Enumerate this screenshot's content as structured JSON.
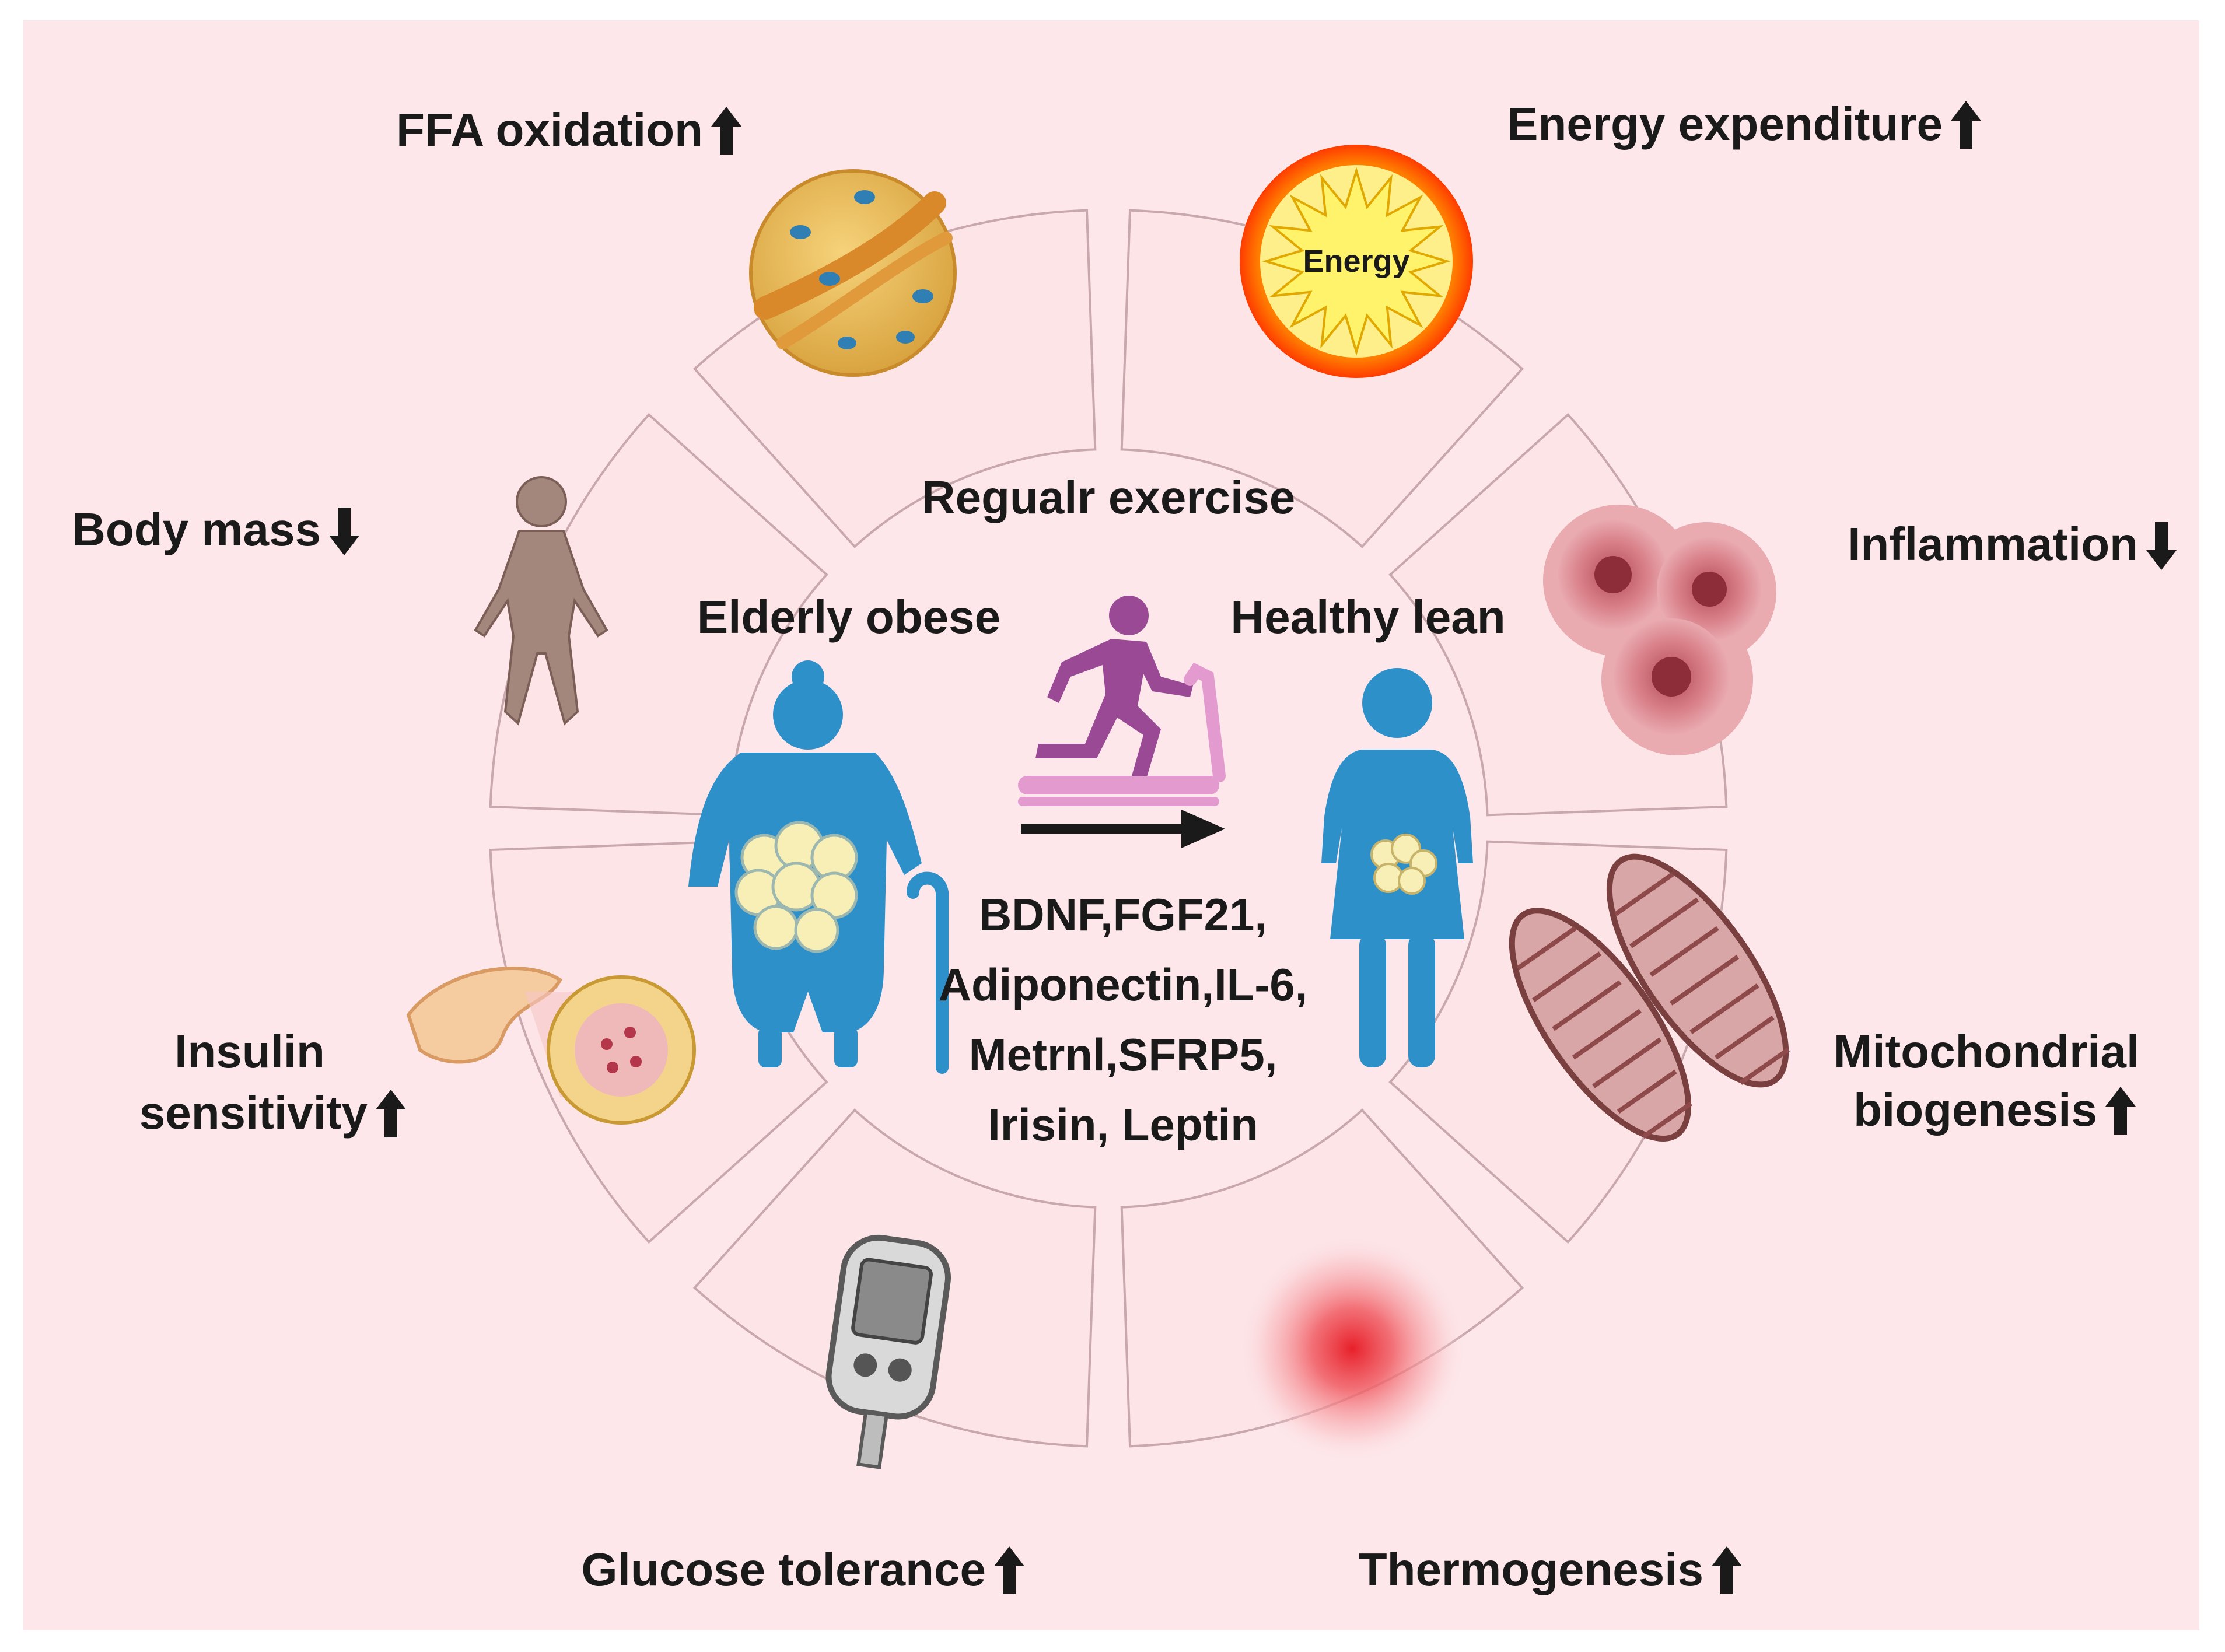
{
  "center": {
    "title": "Regualr exercise",
    "before_label": "Elderly obese",
    "after_label": "Healthy lean",
    "myokines": [
      "BDNF,FGF21,",
      "Adiponectin,IL-6,",
      "Metrnl,SFRP5,",
      "Irisin, Leptin"
    ]
  },
  "effects": {
    "ffa": "FFA oxidation",
    "energy": "Energy expenditure",
    "inflammation": "Inflammation",
    "mito_1": "Mitochondrial",
    "mito_2": "biogenesis",
    "thermo": "Thermogenesis",
    "glucose": "Glucose tolerance",
    "insulin_1": "Insulin",
    "insulin_2": "sensitivity",
    "body_mass": "Body mass"
  },
  "energy_icon_text": "Energy",
  "colors": {
    "background": "#fde7ea",
    "segment_fill": "#fce4e7",
    "segment_stroke": "#c9a8ad",
    "figure_blue": "#2e90c9",
    "runner_purple": "#9a4a94",
    "treadmill_pink": "#e39bcf",
    "fat_yellow": "#f7efb6",
    "arrow_dark": "#1a1a1a"
  },
  "arrows": {
    "up": "up",
    "down": "down"
  }
}
